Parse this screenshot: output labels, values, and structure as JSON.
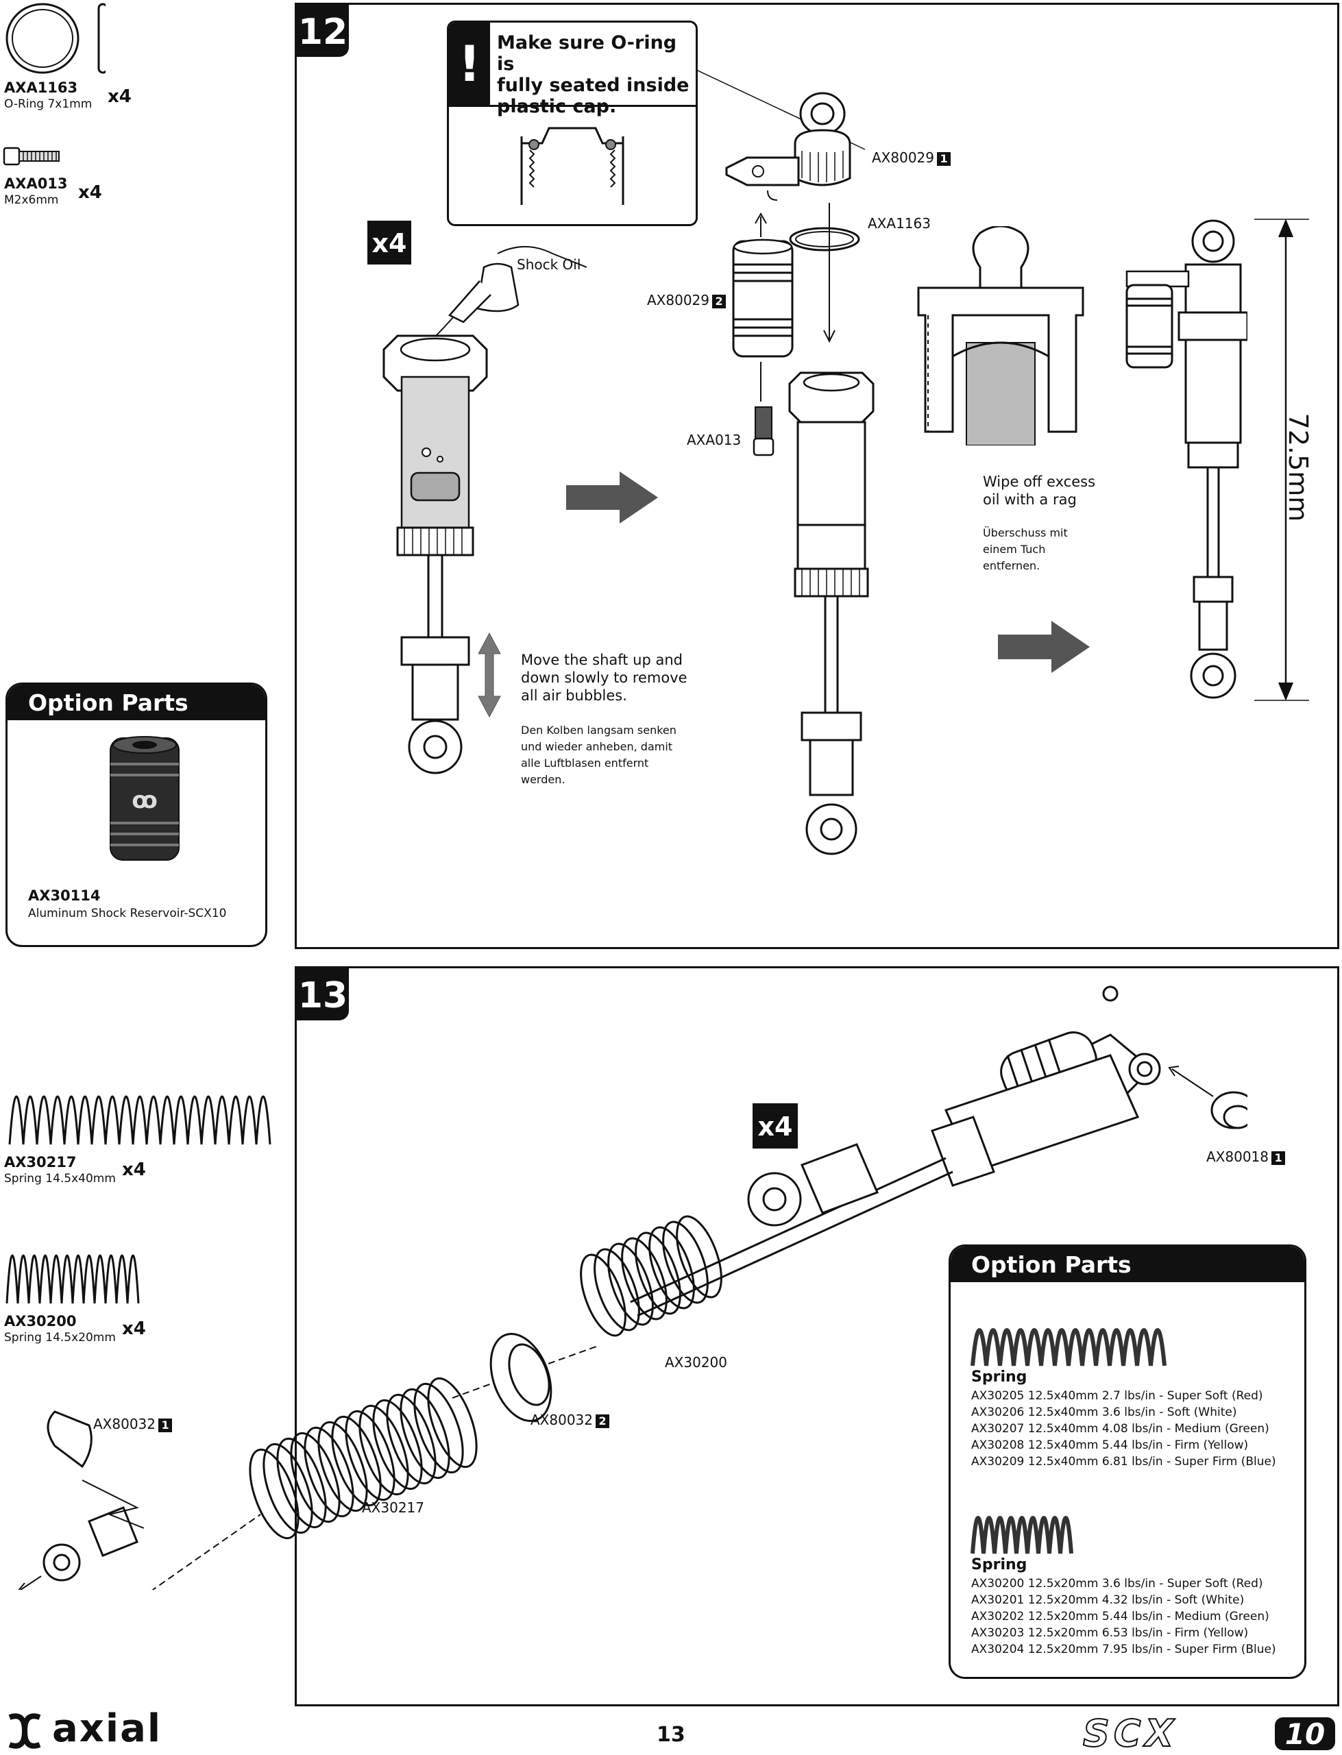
{
  "parts_step12": [
    {
      "code": "AXA1163",
      "desc": "O-Ring 7x1mm",
      "qty": "x4"
    },
    {
      "code": "AXA013",
      "desc": "M2x6mm",
      "qty": "x4"
    }
  ],
  "option_left": {
    "title": "Option Parts",
    "code": "AX30114",
    "desc": "Aluminum Shock Reservoir-SCX10",
    "logo": "axial-logo"
  },
  "step12": {
    "number": "12",
    "warning": {
      "icon": "!",
      "text_1": "Make sure O-ring is",
      "text_2": "fully seated inside",
      "text_3": "plastic cap."
    },
    "qty": "x4",
    "shock_oil": "Shock Oil",
    "labels": {
      "ax80029_1": "AX80029",
      "ax80029_1_tag": "1",
      "axa1163": "AXA1163",
      "ax80029_2": "AX80029",
      "ax80029_2_tag": "2",
      "axa013": "AXA013"
    },
    "move_en_1": "Move the shaft up and",
    "move_en_2": "down slowly to remove",
    "move_en_3": "all air bubbles.",
    "move_de_1": "Den Kolben langsam senken",
    "move_de_2": "und wieder anheben, damit",
    "move_de_3": "alle Luftblasen entfernt",
    "move_de_4": "werden.",
    "wipe_en_1": "Wipe off excess",
    "wipe_en_2": "oil with a rag",
    "wipe_de_1": "Überschuss mit",
    "wipe_de_2": "einem Tuch",
    "wipe_de_3": "entfernen.",
    "length": "72.5mm"
  },
  "parts_step13": [
    {
      "code": "AX30217",
      "desc": "Spring 14.5x40mm",
      "qty": "x4"
    },
    {
      "code": "AX30200",
      "desc": "Spring 14.5x20mm",
      "qty": "x4"
    }
  ],
  "step13": {
    "number": "13",
    "qty": "x4",
    "labels": {
      "ax80018": "AX80018",
      "ax80018_tag": "1",
      "ax30200": "AX30200",
      "ax80032_2": "AX80032",
      "ax80032_2_tag": "2",
      "ax30217": "AX30217",
      "ax80032_1": "AX80032",
      "ax80032_1_tag": "1"
    },
    "option": {
      "title": "Option Parts",
      "group1": {
        "heading": "Spring",
        "items": [
          "AX30205 12.5x40mm 2.7 lbs/in - Super Soft (Red)",
          "AX30206 12.5x40mm 3.6 lbs/in - Soft (White)",
          "AX30207 12.5x40mm 4.08 lbs/in - Medium (Green)",
          "AX30208 12.5x40mm 5.44 lbs/in - Firm (Yellow)",
          "AX30209 12.5x40mm 6.81 lbs/in - Super Firm (Blue)"
        ]
      },
      "group2": {
        "heading": "Spring",
        "items": [
          "AX30200 12.5x20mm 3.6 lbs/in - Super Soft (Red)",
          "AX30201 12.5x20mm 4.32 lbs/in - Soft (White)",
          "AX30202 12.5x20mm 5.44 lbs/in - Medium (Green)",
          "AX30203 12.5x20mm 6.53 lbs/in - Firm (Yellow)",
          "AX30204 12.5x20mm 7.95 lbs/in - Super Firm (Blue)"
        ]
      }
    }
  },
  "footer": {
    "brand": "axial",
    "page": "13",
    "model": "SCX",
    "model_num": "10"
  }
}
